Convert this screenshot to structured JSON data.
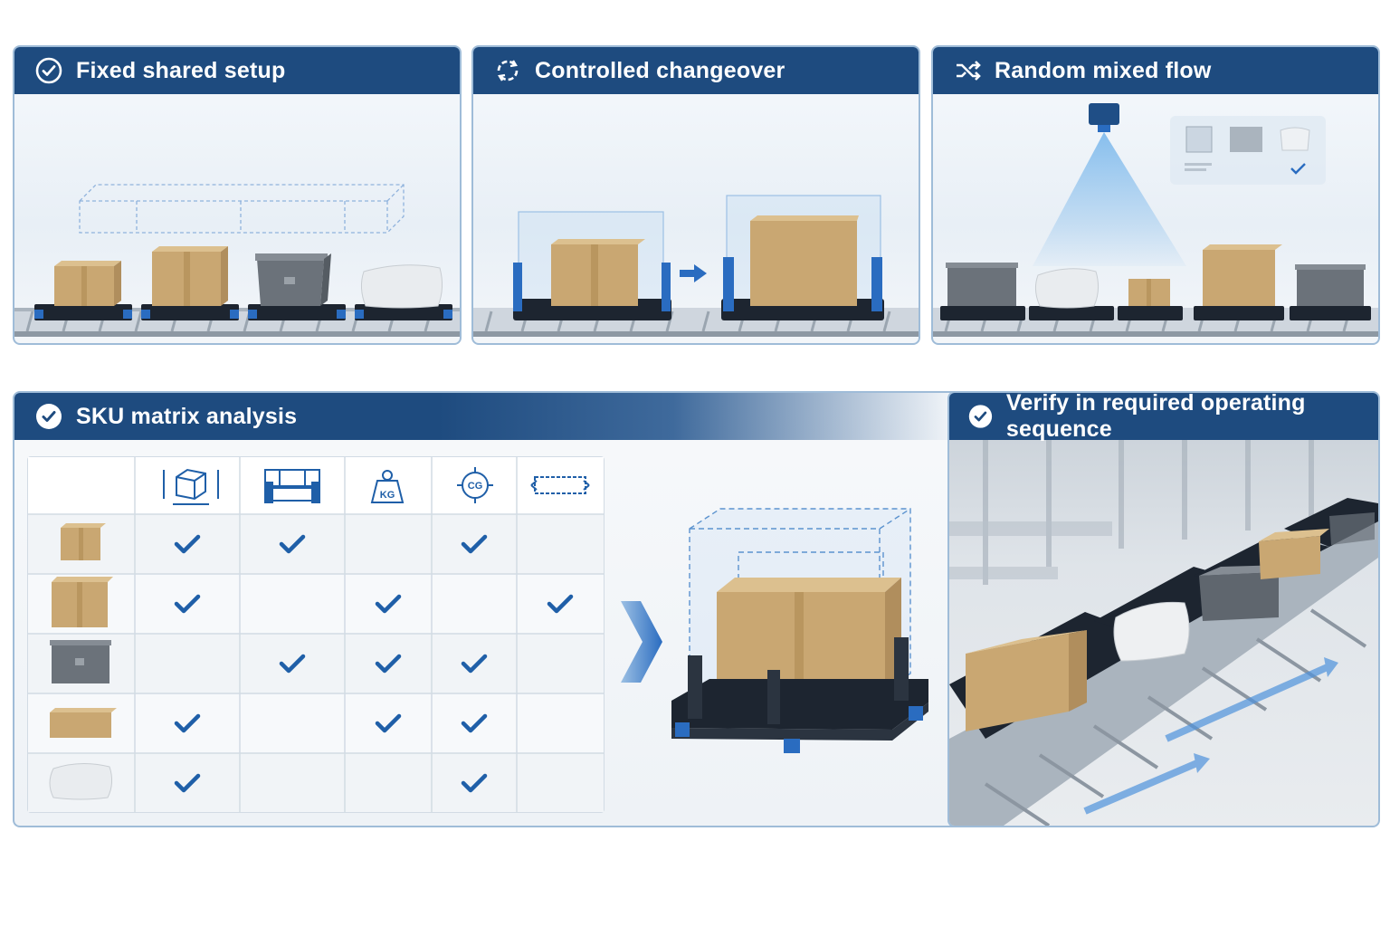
{
  "panels": {
    "fixed": {
      "title": "Fixed shared setup",
      "icon": "check-circle-icon"
    },
    "changeover": {
      "title": "Controlled changeover",
      "icon": "refresh-icon"
    },
    "random": {
      "title": "Random mixed flow",
      "icon": "shuffle-icon"
    },
    "matrix": {
      "title": "SKU matrix analysis",
      "icon": "check-circle-icon"
    },
    "verify": {
      "title": "Verify in required operating sequence",
      "icon": "check-circle-icon"
    }
  },
  "matrix": {
    "columns": [
      "dimensions-icon",
      "fixture-icon",
      "weight-kg-icon",
      "center-of-gravity-icon",
      "pitch-spacing-icon"
    ],
    "column_texts": [
      "KG",
      "CG"
    ],
    "rows": [
      {
        "item": "small-carton",
        "checks": [
          true,
          true,
          false,
          true,
          false
        ]
      },
      {
        "item": "large-carton",
        "checks": [
          true,
          false,
          true,
          false,
          true
        ]
      },
      {
        "item": "grey-tote",
        "checks": [
          false,
          true,
          true,
          true,
          false
        ]
      },
      {
        "item": "flat-carton",
        "checks": [
          true,
          false,
          true,
          true,
          false
        ]
      },
      {
        "item": "poly-bag",
        "checks": [
          true,
          false,
          false,
          true,
          false
        ]
      }
    ]
  },
  "colors": {
    "header": "#1e4b7f",
    "accent": "#1f5fa8",
    "cardboard": "#c9a772",
    "tote": "#6b727a"
  }
}
